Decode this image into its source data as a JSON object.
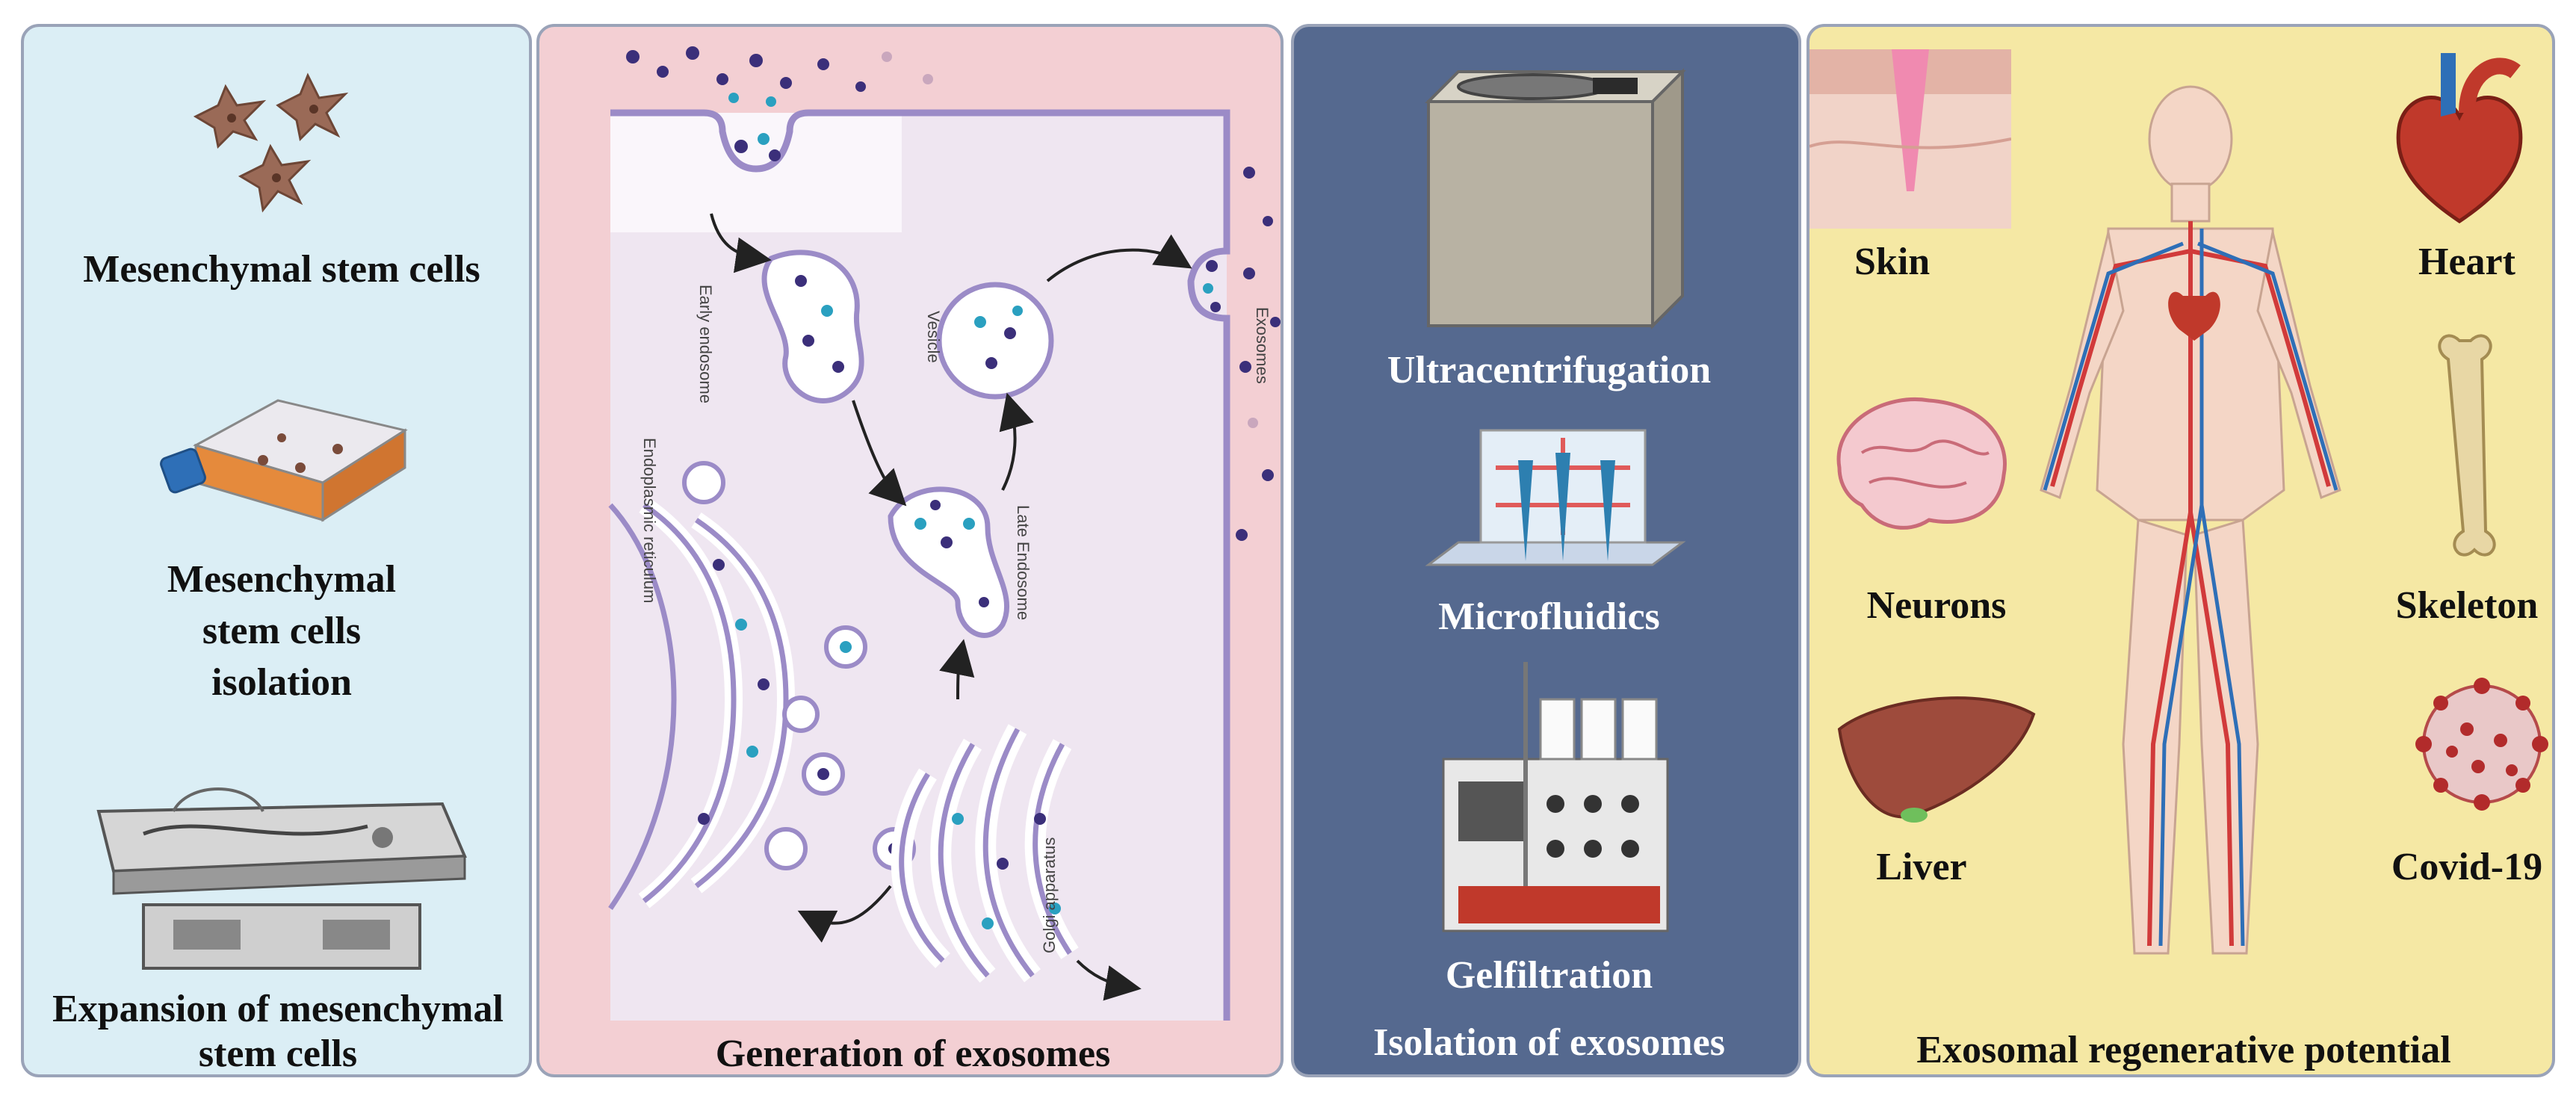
{
  "panel1": {
    "msc_label": "Mesenchymal stem cells",
    "isolation_label": "Mesenchymal stem cells isolation",
    "expansion_label": "Expansion of mesenchymal stem cells"
  },
  "panel2": {
    "title": "Generation of exosomes",
    "early_endosome": "Early endosome",
    "vesicle": "Vesicle",
    "exosomes": "Exosomes",
    "late_endosome": "Late Endosome",
    "er": "Endoplasmic reticulum",
    "golgi": "Golgi apparatus"
  },
  "panel3": {
    "title": "Isolation of exosomes",
    "ultracentrifugation": "Ultracentrifugation",
    "microfluidics": "Microfluidics",
    "gelfiltration": "Gelfiltration"
  },
  "panel4": {
    "title": "Exosomal regenerative potential",
    "skin": "Skin",
    "heart": "Heart",
    "neurons": "Neurons",
    "skeleton": "Skeleton",
    "liver": "Liver",
    "covid": "Covid-19"
  },
  "colors": {
    "panel1_bg": "#dbeef5",
    "panel2_bg": "#f3cfd3",
    "panel3_bg": "#55698f",
    "panel4_bg": "#f5e8a4",
    "membrane": "#9b8bc7",
    "dark_dot": "#3b2f7a",
    "teal_dot": "#2aa0c0"
  }
}
